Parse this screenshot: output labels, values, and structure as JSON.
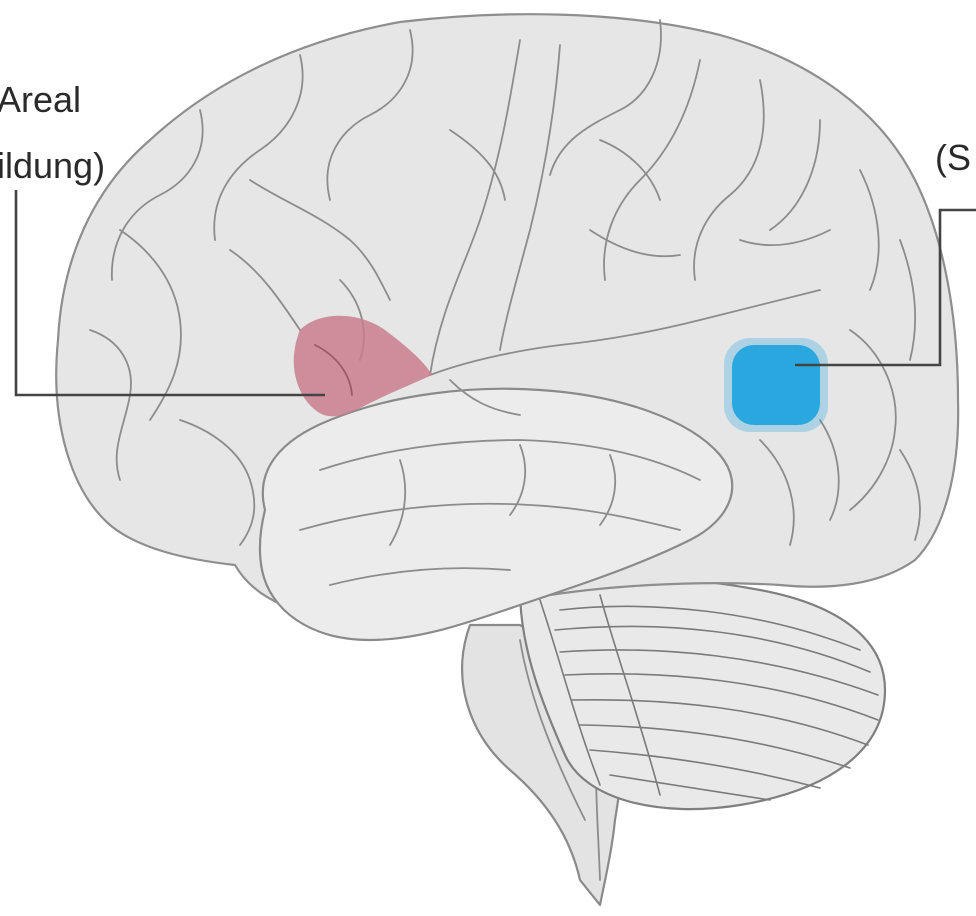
{
  "labels": {
    "left_line1": "Areal",
    "left_line2": "ildung)",
    "right_line1": "(S"
  },
  "colors": {
    "broca_area": "#c97d8d",
    "wernicke_area": "#2ba7df",
    "brain_fill": "#e6e6e6",
    "brain_stroke": "#8e8e8e",
    "leader_line": "#444444"
  }
}
